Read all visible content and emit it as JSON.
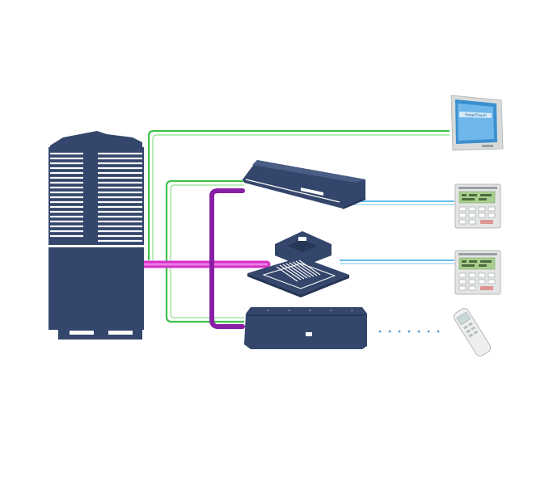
{
  "colors": {
    "unit_navy": "#34466b",
    "unit_navy_dark": "#263656",
    "signal_green": "#3fc24a",
    "refrigerant_purple": "#8a1ea6",
    "refrigerant_magenta": "#d431c8",
    "comm_blue": "#35a7e6",
    "infrared_dots": "#4b9ad8",
    "panel_grey": "#e3e5e4",
    "panel_screen_green": "#a9cf8e",
    "touch_screen_blue": "#3b8fd0"
  },
  "diagram": {
    "outdoor_unit": {
      "icon": "outdoor-vrf-unit-icon"
    },
    "indoor_units": [
      {
        "icon": "ceiling-concealed-duct-unit-icon"
      },
      {
        "icon": "four-way-cassette-unit-icon"
      },
      {
        "icon": "wall-mounted-split-unit-icon"
      }
    ],
    "controllers": [
      {
        "icon": "central-touch-screen-controller-icon",
        "screen_text": "SmartTouch"
      },
      {
        "icon": "wired-wall-controller-icon"
      },
      {
        "icon": "wired-wall-controller-icon"
      },
      {
        "icon": "infrared-remote-control-icon"
      }
    ],
    "connections": [
      {
        "type": "communication-wiring",
        "color": "signal_green"
      },
      {
        "type": "refrigerant-piping",
        "color": "refrigerant_purple"
      },
      {
        "type": "controller-wiring",
        "color": "comm_blue"
      },
      {
        "type": "infrared-signal",
        "color": "infrared_dots"
      }
    ]
  }
}
